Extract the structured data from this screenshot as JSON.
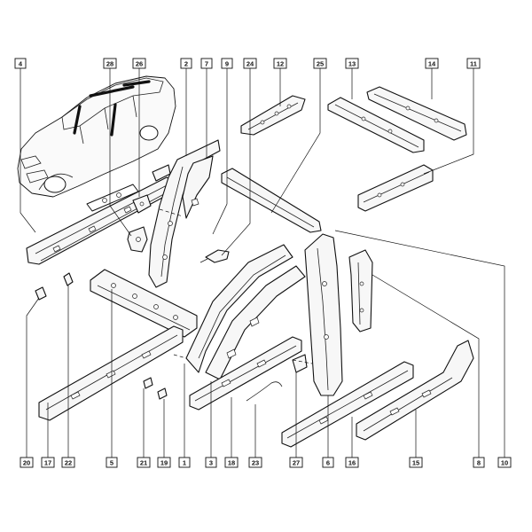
{
  "diagram": {
    "type": "exploded-parts-diagram",
    "callouts": {
      "c4": "4",
      "c28": "28",
      "c26": "26",
      "c2": "2",
      "c7": "7",
      "c9": "9",
      "c24": "24",
      "c12": "12",
      "c25": "25",
      "c13": "13",
      "c14": "14",
      "c11": "11",
      "c20": "20",
      "c17": "17",
      "c22": "22",
      "c5": "5",
      "c21": "21",
      "c19": "19",
      "c1": "1",
      "c3": "3",
      "c18": "18",
      "c23": "23",
      "c27": "27",
      "c6": "6",
      "c16": "16",
      "c15": "15",
      "c8": "8",
      "c10": "10"
    }
  }
}
